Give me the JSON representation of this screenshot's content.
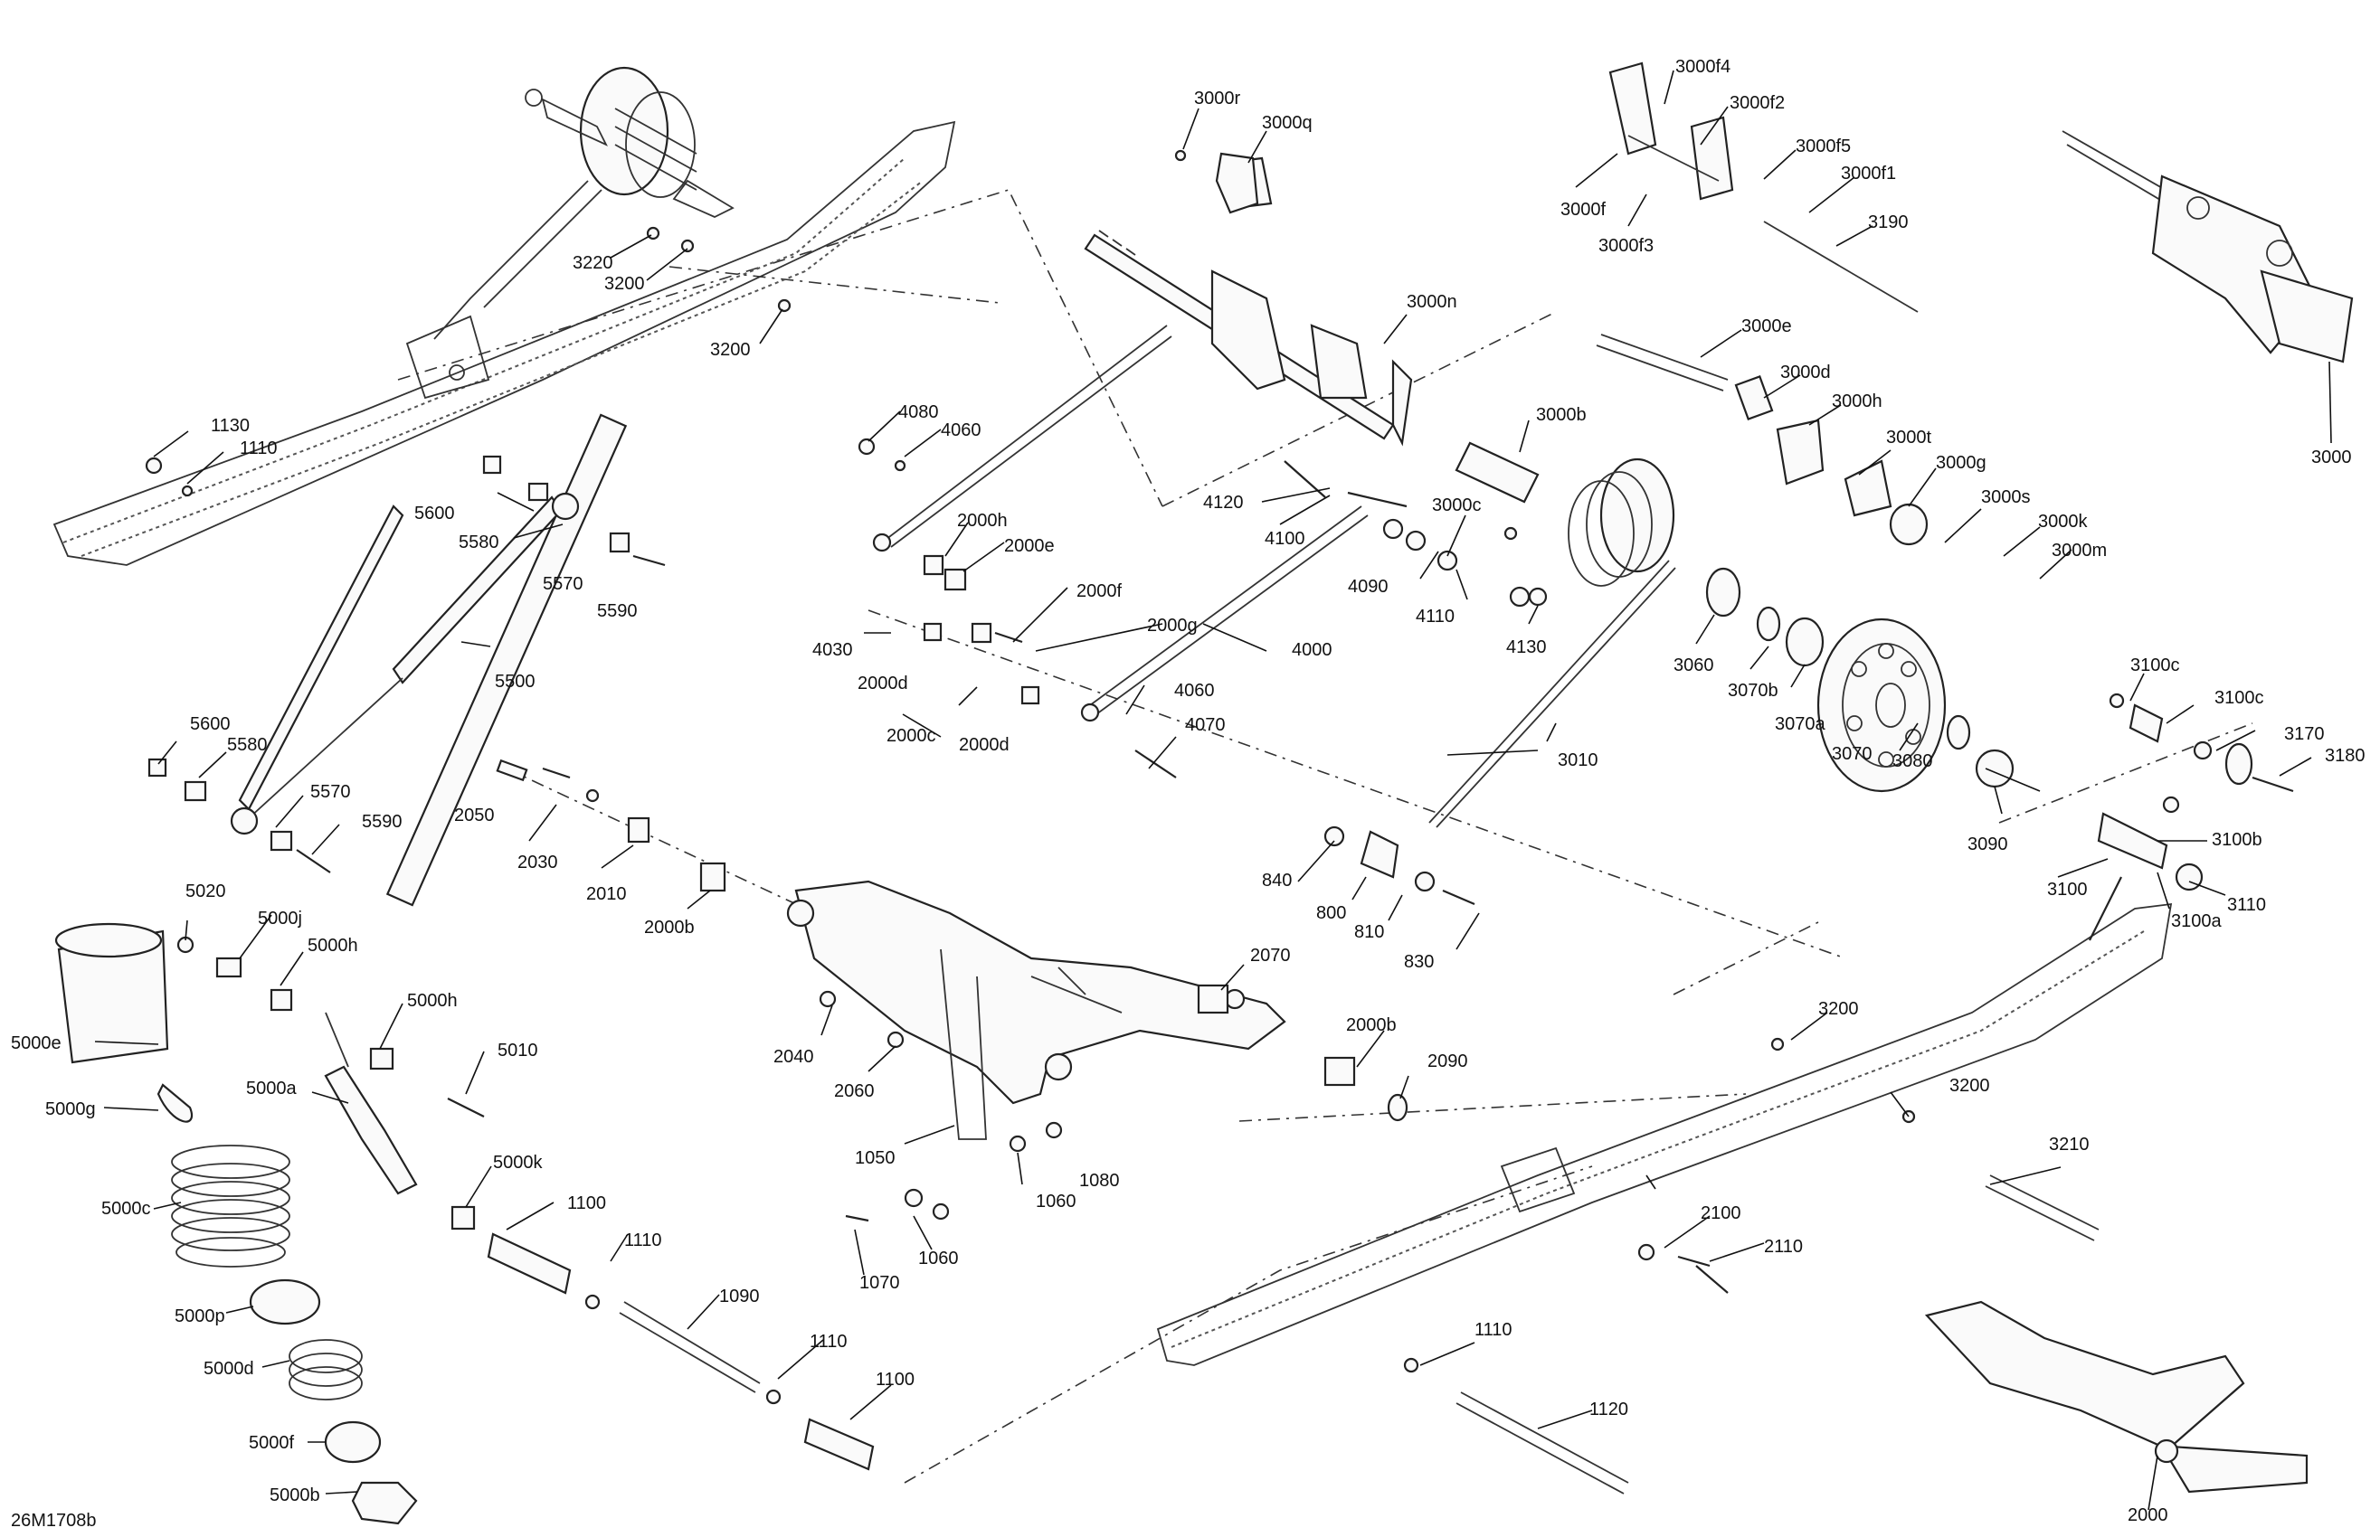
{
  "diagram_code": "26M1708b",
  "callouts": [
    "3000r",
    "3000q",
    "3000f4",
    "3000f2",
    "3000f5",
    "3000f1",
    "3000f",
    "3000f3",
    "3190",
    "3000",
    "3220",
    "3200",
    "3200",
    "3000n",
    "3000e",
    "3000d",
    "3000h",
    "1130",
    "1110",
    "3000b",
    "3000t",
    "3000g",
    "3000s",
    "3000k",
    "3000m",
    "4080",
    "4060",
    "4120",
    "4100",
    "3000c",
    "5600",
    "5580",
    "2000h",
    "2000e",
    "4090",
    "4110",
    "5570",
    "5590",
    "2000f",
    "2000g",
    "4030",
    "4000",
    "4130",
    "3060",
    "3070b",
    "3070a",
    "2000d",
    "5500",
    "2000c",
    "2000d",
    "4060",
    "3010",
    "3070",
    "4070",
    "3080",
    "3100c",
    "3100c",
    "3170",
    "3180",
    "5600",
    "5580",
    "2050",
    "5570",
    "5590",
    "3090",
    "3100b",
    "840",
    "2030",
    "2010",
    "3100",
    "3110",
    "800",
    "810",
    "3100a",
    "2000b",
    "830",
    "5020",
    "5000j",
    "5000h",
    "2070",
    "5000h",
    "5010",
    "5000e",
    "2000b",
    "3200",
    "2040",
    "2090",
    "5000a",
    "2060",
    "5000g",
    "3200",
    "3210",
    "1050",
    "1080",
    "5000k",
    "1100",
    "1060",
    "2100",
    "5000c",
    "1110",
    "2110",
    "1060",
    "1070",
    "1090",
    "5000p",
    "5000d",
    "1110",
    "1110",
    "1100",
    "1120",
    "5000f",
    "5000b",
    "2000"
  ]
}
